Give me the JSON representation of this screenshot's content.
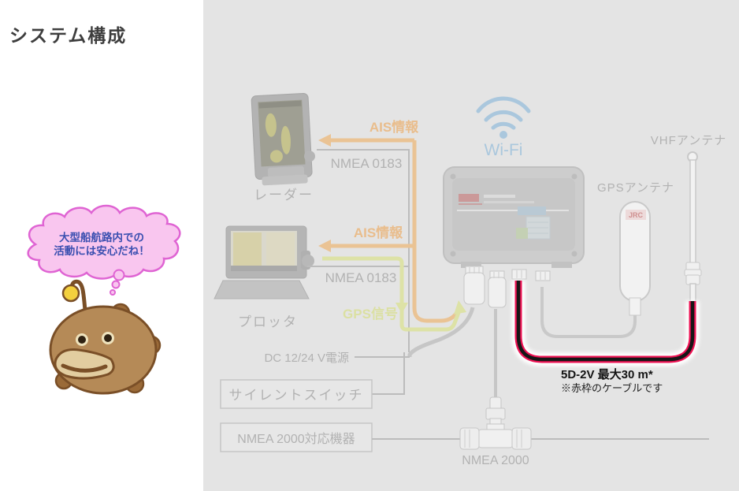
{
  "page": {
    "title": "システム構成"
  },
  "mascot": {
    "speech": [
      "大型船航路内での",
      "活動には安心だね！"
    ]
  },
  "diagram": {
    "wifi_label": "Wi-Fi",
    "devices": {
      "radar": "レーダー",
      "plotter": "プロッタ",
      "vhf_antenna": "VHFアンテナ",
      "gps_antenna": "GPSアンテナ",
      "gps_antenna_logo": "JRC",
      "silent_switch": "サイレントスイッチ",
      "nmea2000_devices": "NMEA 2000対応機器"
    },
    "signals": {
      "ais_info_radar": "AIS情報",
      "nmea0183_radar": "NMEA 0183",
      "ais_info_plotter": "AIS情報",
      "nmea0183_plotter": "NMEA 0183",
      "gps_signal": "GPS信号",
      "dc_power": "DC 12/24 V電源",
      "nmea2000_bus": "NMEA 2000"
    },
    "cable": {
      "label": "5D-2V 最大30 m*",
      "note": "※赤枠のケーブルです"
    },
    "colors": {
      "highlight_cable_frame": "#ee1254",
      "ais_line": "#eac394",
      "gps_line": "#dde2a6",
      "wifi_icon": "#aac7dd",
      "speech_bubble": "#f9c6ef"
    }
  }
}
